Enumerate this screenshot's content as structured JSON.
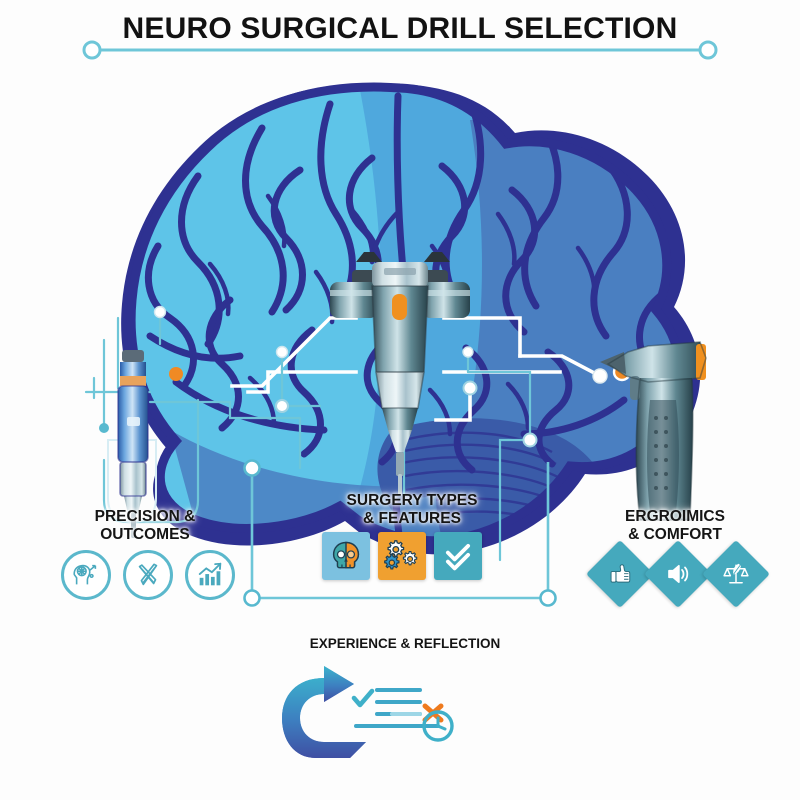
{
  "header": {
    "title": "NEURO SURGICAL DRILL SELECTION",
    "rule_endpoint_icon": "circle-endpoint-icon"
  },
  "palette": {
    "brain_outline": "#2e3191",
    "brain_light": "#5ec4e8",
    "brain_mid": "#4fa8dd",
    "brain_deep": "#4a7fc1",
    "brain_darkest": "#3a5ba8",
    "teal": "#45a9bd",
    "teal_line": "#6ec6d8",
    "orange": "#f08a24",
    "orange_tile": "#f0a030",
    "skull_tile": "#7cc1e0",
    "white": "#ffffff",
    "text": "#151515",
    "background": "#fdfdfd"
  },
  "sections": {
    "left": {
      "caption_lines": [
        "PRECISION &",
        "OUTCOMES"
      ],
      "instrument": "pencil-grip-drill",
      "icons": [
        {
          "name": "brain-head-icon",
          "shape": "circle",
          "label": "Brain & head profile"
        },
        {
          "name": "crossed-scalpel-icon",
          "shape": "circle",
          "label": "Crossed surgical tools"
        },
        {
          "name": "growth-chart-icon",
          "shape": "circle",
          "label": "Rising bar chart"
        }
      ]
    },
    "center": {
      "caption_lines": [
        "SURGERY TYPES",
        "& FEATURES"
      ],
      "instrument": "cross-head-surgical-drill",
      "icons": [
        {
          "name": "skull-icon",
          "shape": "square",
          "label": "Skull",
          "tile_color": "#7cc1e0"
        },
        {
          "name": "gears-icon",
          "shape": "square",
          "label": "Gears",
          "tile_color": "#f0a030"
        },
        {
          "name": "double-check-icon",
          "shape": "square",
          "label": "Double checkmark",
          "tile_color": "#45a9bd"
        }
      ]
    },
    "right": {
      "caption_lines": [
        "ERGROIMICS",
        "& COMFORT"
      ],
      "instrument": "pistol-grip-drill",
      "icons": [
        {
          "name": "thumbs-up-icon",
          "shape": "diamond",
          "label": "Thumbs up"
        },
        {
          "name": "speaker-sound-icon",
          "shape": "diamond",
          "label": "Speaker with sound waves"
        },
        {
          "name": "scales-feather-icon",
          "shape": "diamond",
          "label": "Balance scales with feather"
        }
      ]
    },
    "bottom": {
      "caption_lines": [
        "EXPERIENCE & REFLECTION"
      ],
      "icons": [
        {
          "name": "cycle-arrows-checklist-icon",
          "shape": "composite",
          "label": "Recycle arrows with checklist, check, X and clock"
        }
      ]
    }
  },
  "diagram": {
    "central_figure": "human-brain-lateral-view",
    "connector_style": "circuit-lines-with-nodes",
    "node_colors": [
      "#ffffff",
      "#f08a24",
      "#6ec6d8"
    ]
  }
}
